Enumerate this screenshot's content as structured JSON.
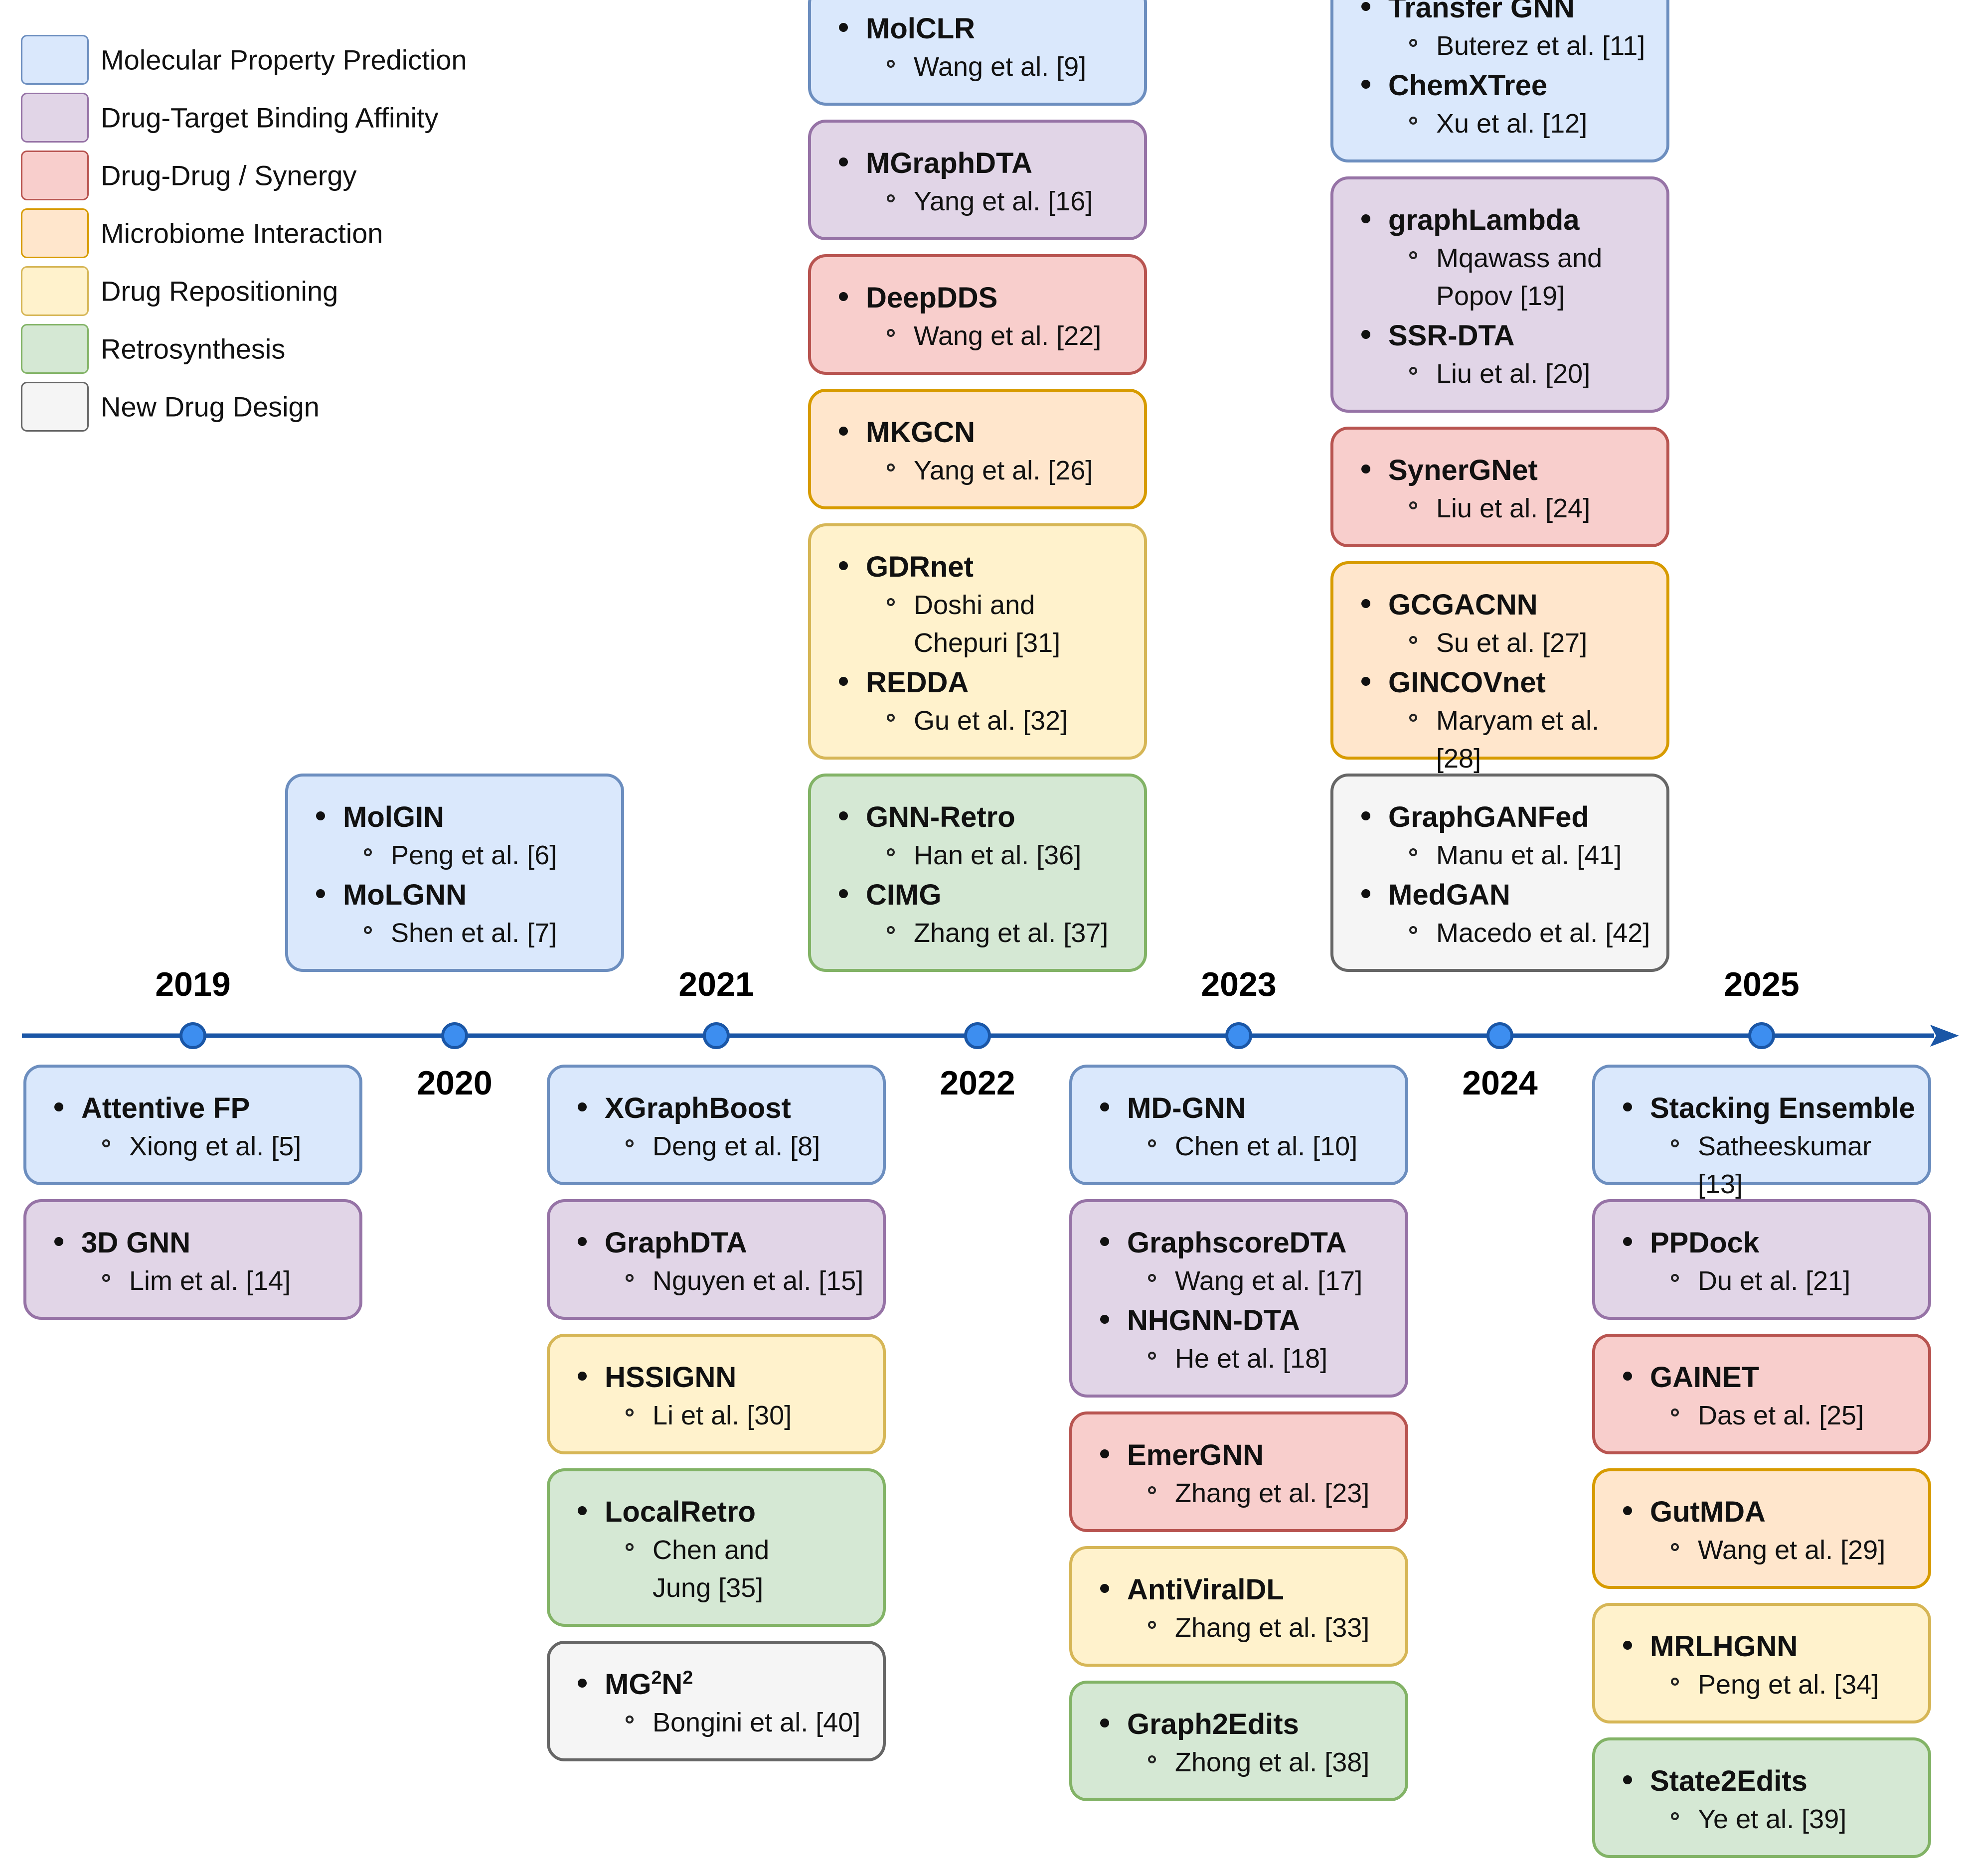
{
  "legend": [
    {
      "key": "mpp",
      "label": "Molecular Property Prediction",
      "color": "#dae8fc"
    },
    {
      "key": "dta",
      "label": "Drug-Target Binding Affinity",
      "color": "#e1d5e7"
    },
    {
      "key": "ddi",
      "label": "Drug-Drug / Synergy",
      "color": "#f8cecc"
    },
    {
      "key": "mic",
      "label": "Microbiome Interaction",
      "color": "#ffe6cc"
    },
    {
      "key": "rep",
      "label": "Drug Repositioning",
      "color": "#fff2cc"
    },
    {
      "key": "ret",
      "label": "Retrosynthesis",
      "color": "#d5e8d4"
    },
    {
      "key": "new",
      "label": "New Drug Design",
      "color": "#f5f5f5"
    }
  ],
  "timeline": {
    "years": [
      {
        "label": "2019",
        "labelSide": "above"
      },
      {
        "label": "2020",
        "labelSide": "below"
      },
      {
        "label": "2021",
        "labelSide": "above"
      },
      {
        "label": "2022",
        "labelSide": "below"
      },
      {
        "label": "2023",
        "labelSide": "above"
      },
      {
        "label": "2024",
        "labelSide": "below"
      },
      {
        "label": "2025",
        "labelSide": "above"
      }
    ],
    "line_color": "#1a56a6",
    "marker_color": "#3d8ef0"
  },
  "cards": [
    {
      "year": "2019",
      "side": "below",
      "category": "mpp",
      "items": [
        {
          "title": "Attentive FP",
          "ref": [
            "Xiong et al. [5]"
          ]
        }
      ]
    },
    {
      "year": "2019",
      "side": "below",
      "category": "dta",
      "items": [
        {
          "title": "3D GNN",
          "ref": [
            "Lim et al. [14]"
          ]
        }
      ]
    },
    {
      "year": "2020",
      "side": "above",
      "category": "mpp",
      "items": [
        {
          "title": "MolGIN",
          "ref": [
            "Peng et al. [6]"
          ]
        },
        {
          "title": "MoLGNN",
          "ref": [
            "Shen et al. [7]"
          ]
        }
      ]
    },
    {
      "year": "2021",
      "side": "below",
      "category": "mpp",
      "items": [
        {
          "title": "XGraphBoost",
          "ref": [
            "Deng et al. [8]"
          ]
        }
      ]
    },
    {
      "year": "2021",
      "side": "below",
      "category": "dta",
      "items": [
        {
          "title": "GraphDTA",
          "ref": [
            "Nguyen et al. [15]"
          ]
        }
      ]
    },
    {
      "year": "2021",
      "side": "below",
      "category": "rep",
      "items": [
        {
          "title": "HSSIGNN",
          "ref": [
            "Li et al. [30]"
          ]
        }
      ]
    },
    {
      "year": "2021",
      "side": "below",
      "category": "ret",
      "items": [
        {
          "title": "LocalRetro",
          "ref": [
            "Chen and",
            "Jung [35]"
          ]
        }
      ]
    },
    {
      "year": "2021",
      "side": "below",
      "category": "new",
      "items": [
        {
          "title": "MG²N²",
          "ref": [
            "Bongini et al. [40]"
          ]
        }
      ]
    },
    {
      "year": "2022",
      "side": "above",
      "category": "mpp",
      "items": [
        {
          "title": "MolCLR",
          "ref": [
            "Wang et al. [9]"
          ]
        }
      ]
    },
    {
      "year": "2022",
      "side": "above",
      "category": "dta",
      "items": [
        {
          "title": "MGraphDTA",
          "ref": [
            "Yang et al. [16]"
          ]
        }
      ]
    },
    {
      "year": "2022",
      "side": "above",
      "category": "ddi",
      "items": [
        {
          "title": "DeepDDS",
          "ref": [
            "Wang et al. [22]"
          ]
        }
      ]
    },
    {
      "year": "2022",
      "side": "above",
      "category": "mic",
      "items": [
        {
          "title": "MKGCN",
          "ref": [
            "Yang et al. [26]"
          ]
        }
      ]
    },
    {
      "year": "2022",
      "side": "above",
      "category": "rep",
      "items": [
        {
          "title": "GDRnet",
          "ref": [
            "Doshi and",
            "Chepuri [31]"
          ]
        },
        {
          "title": "REDDA",
          "ref": [
            "Gu et al. [32]"
          ]
        }
      ]
    },
    {
      "year": "2022",
      "side": "above",
      "category": "ret",
      "items": [
        {
          "title": "GNN-Retro",
          "ref": [
            "Han et al. [36]"
          ]
        },
        {
          "title": "CIMG",
          "ref": [
            "Zhang et al. [37]"
          ]
        }
      ]
    },
    {
      "year": "2023",
      "side": "below",
      "category": "mpp",
      "items": [
        {
          "title": "MD-GNN",
          "ref": [
            "Chen et al. [10]"
          ]
        }
      ]
    },
    {
      "year": "2023",
      "side": "below",
      "category": "dta",
      "items": [
        {
          "title": "GraphscoreDTA",
          "ref": [
            "Wang et al. [17]"
          ]
        },
        {
          "title": "NHGNN-DTA",
          "ref": [
            "He et al. [18]"
          ]
        }
      ]
    },
    {
      "year": "2023",
      "side": "below",
      "category": "ddi",
      "items": [
        {
          "title": "EmerGNN",
          "ref": [
            "Zhang et al. [23]"
          ]
        }
      ]
    },
    {
      "year": "2023",
      "side": "below",
      "category": "rep",
      "items": [
        {
          "title": "AntiViralDL",
          "ref": [
            "Zhang et al. [33]"
          ]
        }
      ]
    },
    {
      "year": "2023",
      "side": "below",
      "category": "ret",
      "items": [
        {
          "title": "Graph2Edits",
          "ref": [
            "Zhong et al. [38]"
          ]
        }
      ]
    },
    {
      "year": "2024",
      "side": "above",
      "category": "mpp",
      "items": [
        {
          "title": "Transfer GNN",
          "ref": [
            "Buterez et al. [11]"
          ]
        },
        {
          "title": "ChemXTree",
          "ref": [
            "Xu et al. [12]"
          ]
        }
      ]
    },
    {
      "year": "2024",
      "side": "above",
      "category": "dta",
      "items": [
        {
          "title": "graphLambda",
          "ref": [
            "Mqawass and",
            "Popov [19]"
          ]
        },
        {
          "title": "SSR-DTA",
          "ref": [
            "Liu et al. [20]"
          ]
        }
      ]
    },
    {
      "year": "2024",
      "side": "above",
      "category": "ddi",
      "items": [
        {
          "title": "SynerGNet",
          "ref": [
            "Liu et al. [24]"
          ]
        }
      ]
    },
    {
      "year": "2024",
      "side": "above",
      "category": "mic",
      "items": [
        {
          "title": "GCGACNN",
          "ref": [
            "Su et al. [27]"
          ]
        },
        {
          "title": "GINCOVnet",
          "ref": [
            "Maryam et al. [28]"
          ]
        }
      ]
    },
    {
      "year": "2024",
      "side": "above",
      "category": "new",
      "items": [
        {
          "title": "GraphGANFed",
          "ref": [
            "Manu et al. [41]"
          ]
        },
        {
          "title": "MedGAN",
          "ref": [
            "Macedo et al. [42]"
          ]
        }
      ]
    },
    {
      "year": "2025",
      "side": "below",
      "category": "mpp",
      "items": [
        {
          "title": "Stacking Ensemble",
          "ref": [
            "Satheeskumar [13]"
          ]
        }
      ]
    },
    {
      "year": "2025",
      "side": "below",
      "category": "dta",
      "items": [
        {
          "title": "PPDock",
          "ref": [
            "Du et al. [21]"
          ]
        }
      ]
    },
    {
      "year": "2025",
      "side": "below",
      "category": "ddi",
      "items": [
        {
          "title": "GAINET",
          "ref": [
            "Das et al. [25]"
          ]
        }
      ]
    },
    {
      "year": "2025",
      "side": "below",
      "category": "mic",
      "items": [
        {
          "title": "GutMDA",
          "ref": [
            "Wang et al. [29]"
          ]
        }
      ]
    },
    {
      "year": "2025",
      "side": "below",
      "category": "rep",
      "items": [
        {
          "title": "MRLHGNN",
          "ref": [
            "Peng et al. [34]"
          ]
        }
      ]
    },
    {
      "year": "2025",
      "side": "below",
      "category": "ret",
      "items": [
        {
          "title": "State2Edits",
          "ref": [
            "Ye et al. [39]"
          ]
        }
      ]
    }
  ]
}
